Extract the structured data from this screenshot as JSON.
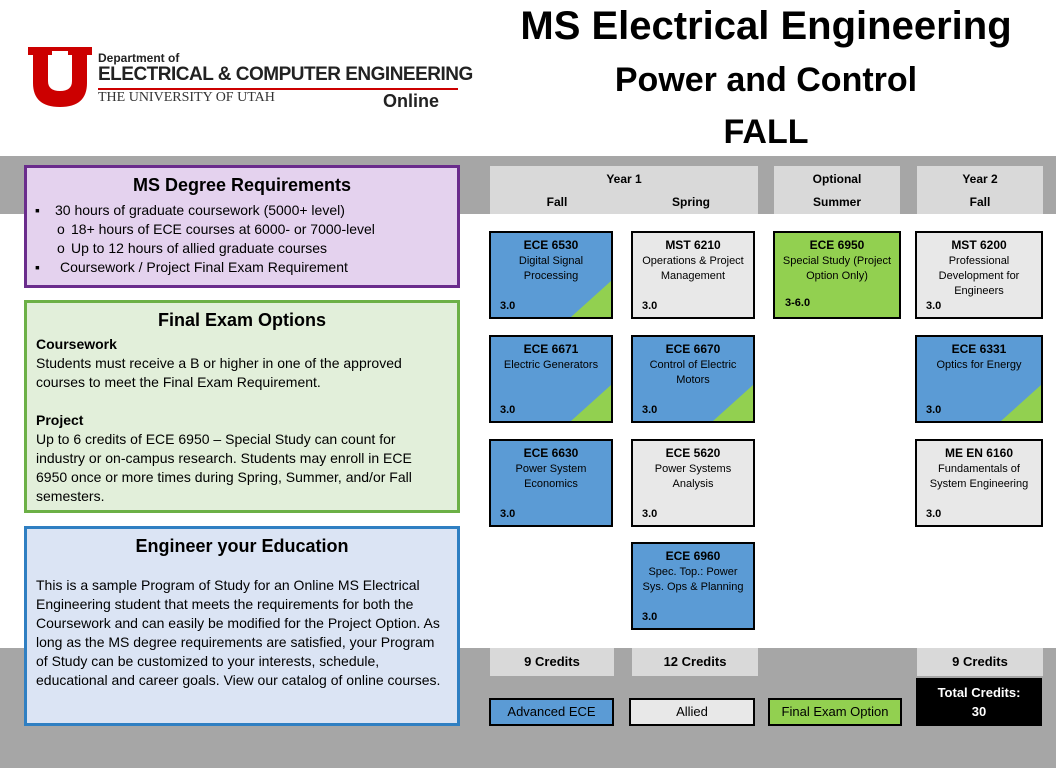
{
  "logo": {
    "department_of": "Department of",
    "department": "ELECTRICAL & COMPUTER ENGINEERING",
    "university": "THE UNIVERSITY OF UTAH",
    "online": "Online",
    "brand_color": "#cc0000"
  },
  "title": {
    "line1": "MS Electrical Engineering",
    "line2": "Power and Control",
    "line3": "FALL"
  },
  "requirements": {
    "heading": "MS Degree Requirements",
    "items": [
      "30 hours of graduate coursework (5000+ level)",
      "18+ hours of ECE courses at 6000- or 7000-level",
      "Up to 12 hours of allied graduate courses",
      "Coursework / Project Final Exam Requirement"
    ]
  },
  "final_exam": {
    "heading": "Final Exam Options",
    "coursework_head": "Coursework",
    "coursework_text": "Students must receive a B or higher in one of the approved courses to meet the Final Exam Requirement.",
    "project_head": "Project",
    "project_text": "Up to 6 credits of ECE 6950 – Special Study can count for industry or on-campus research. Students may enroll in ECE 6950 once or more times during Spring, Summer, and/or Fall semesters."
  },
  "education": {
    "heading": "Engineer your Education",
    "text": "This is a sample Program of Study for an Online MS Electrical Engineering student that meets the requirements for both the Coursework and can easily be modified for the Project Option. As long as the MS degree requirements are satisfied, your Program of Study can be customized to your interests, schedule, educational and career goals. View our catalog of online courses."
  },
  "headers": {
    "year1": "Year 1",
    "fall": "Fall",
    "spring": "Spring",
    "optional": "Optional",
    "summer": "Summer",
    "year2": "Year 2",
    "fall2": "Fall"
  },
  "courses": {
    "ece6530": {
      "code": "ECE 6530",
      "name": "Digital Signal Processing",
      "credits": "3.0"
    },
    "ece6671": {
      "code": "ECE 6671",
      "name": "Electric Generators",
      "credits": "3.0"
    },
    "ece6630": {
      "code": "ECE 6630",
      "name": "Power System Economics",
      "credits": "3.0"
    },
    "mst6210": {
      "code": "MST 6210",
      "name": "Operations & Project Management",
      "credits": "3.0"
    },
    "ece6670": {
      "code": "ECE 6670",
      "name": "Control of Electric Motors",
      "credits": "3.0"
    },
    "ece5620": {
      "code": "ECE 5620",
      "name": "Power Systems Analysis",
      "credits": "3.0"
    },
    "ece6960": {
      "code": "ECE 6960",
      "name": "Spec. Top.: Power Sys. Ops & Planning",
      "credits": "3.0"
    },
    "ece6950": {
      "code": "ECE 6950",
      "name": "Special Study (Project Option Only)",
      "credits": "3-6.0"
    },
    "mst6200": {
      "code": "MST 6200",
      "name": "Professional Development for Engineers",
      "credits": "3.0"
    },
    "ece6331": {
      "code": "ECE 6331",
      "name": "Optics for Energy",
      "credits": "3.0"
    },
    "meen6160": {
      "code": "ME EN 6160",
      "name": "Fundamentals of System Engineering",
      "credits": "3.0"
    }
  },
  "credits": {
    "fall": "9 Credits",
    "spring": "12 Credits",
    "fall2": "9 Credits",
    "total_label": "Total Credits:",
    "total_value": "30"
  },
  "legend": {
    "advanced": "Advanced ECE",
    "allied": "Allied",
    "final_exam": "Final Exam Option"
  },
  "colors": {
    "advanced_ece": "#5b9bd5",
    "allied": "#e8e8e8",
    "final_exam_option": "#92d050",
    "band": "#a6a6a6"
  }
}
